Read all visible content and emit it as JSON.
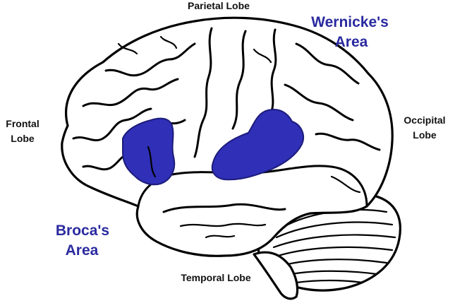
{
  "labels": {
    "parietal": "Parietal Lobe",
    "frontal_line1": "Frontal",
    "frontal_line2": "Lobe",
    "occipital_line1": "Occipital",
    "occipital_line2": "Lobe",
    "temporal": "Temporal Lobe",
    "wernicke_line1": "Wernicke's",
    "wernicke_line2": "Area",
    "broca_line1": "Broca's",
    "broca_line2": "Area"
  },
  "colors": {
    "highlight": "#2f2fb8",
    "label_blue": "#2a2aa0",
    "outline": "#000000",
    "background": "#ffffff"
  }
}
